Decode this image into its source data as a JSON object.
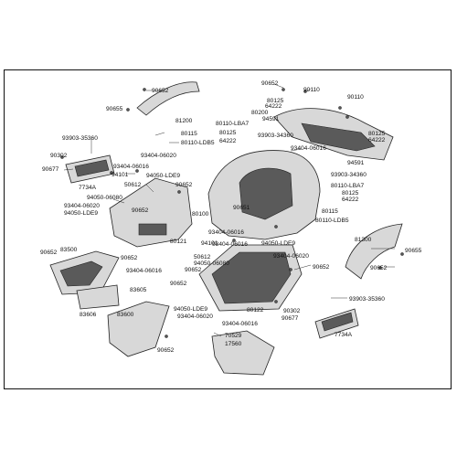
{
  "labels": [
    "90652",
    "90655",
    "81200",
    "80115",
    "80110-LDB5",
    "93903-35360",
    "90302",
    "90677",
    "7734A",
    "93404-06020",
    "94101",
    "93404-06016",
    "94050-LDE9",
    "50612",
    "94050-06080",
    "93404-06020",
    "94050-LDE9",
    "90652",
    "90652",
    "80121",
    "90652",
    "83500",
    "83605",
    "83606",
    "83600",
    "90652",
    "93404-06016",
    "90652",
    "94050-06080",
    "50612",
    "90652",
    "93404-06016",
    "94050-LDE9",
    "93404-06020",
    "80122",
    "93404-06016",
    "70529",
    "17560",
    "90652",
    "90110",
    "90110",
    "90652",
    "80110-LBA7",
    "80125",
    "80200",
    "64222",
    "94591",
    "80125",
    "64222",
    "93903-34360",
    "93404-06016",
    "80125",
    "64222",
    "94591",
    "93903-34360",
    "80110-LBA7",
    "80125",
    "64222",
    "90651",
    "80100",
    "80115",
    "80110-LDB5",
    "94050-LDE9",
    "93404-06020",
    "90652",
    "81300",
    "90655",
    "90652",
    "93903-35360",
    "90302",
    "90677",
    "7734A",
    "94101",
    "93404-06016"
  ]
}
